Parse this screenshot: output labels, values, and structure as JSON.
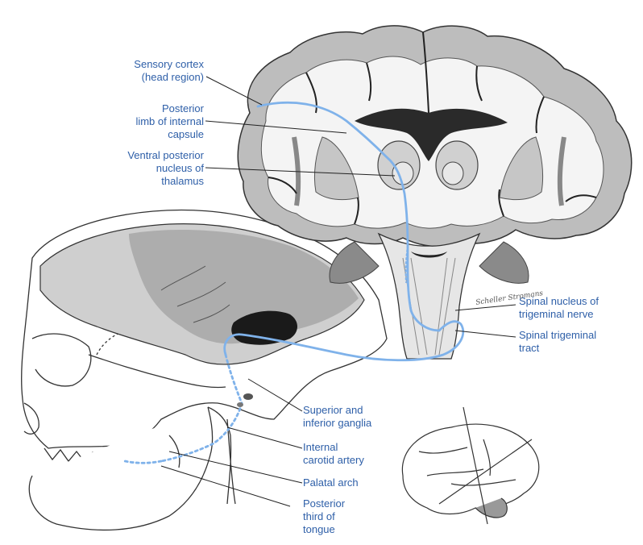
{
  "labels": {
    "sensory_cortex": "Sensory cortex\n(head region)",
    "posterior_limb": "Posterior\nlimb of internal\ncapsule",
    "ventral_posterior": "Ventral posterior\nnucleus of\nthalamus",
    "spinal_nucleus": "Spinal nucleus of\ntrigeminal nerve",
    "spinal_tract": "Spinal trigeminal\ntract",
    "ganglia": "Superior and\ninferior ganglia",
    "carotid": "Internal\ncarotid artery",
    "palatal": "Palatal arch",
    "tongue": "Posterior\nthird of\ntongue"
  },
  "signature": "Scheller Stromans",
  "colors": {
    "label_text": "#2e5fa8",
    "pathway": "#7fb2ea",
    "leader_line": "#222222",
    "tissue_gray": "#bdbdbd",
    "white_matter": "#f4f4f4"
  }
}
